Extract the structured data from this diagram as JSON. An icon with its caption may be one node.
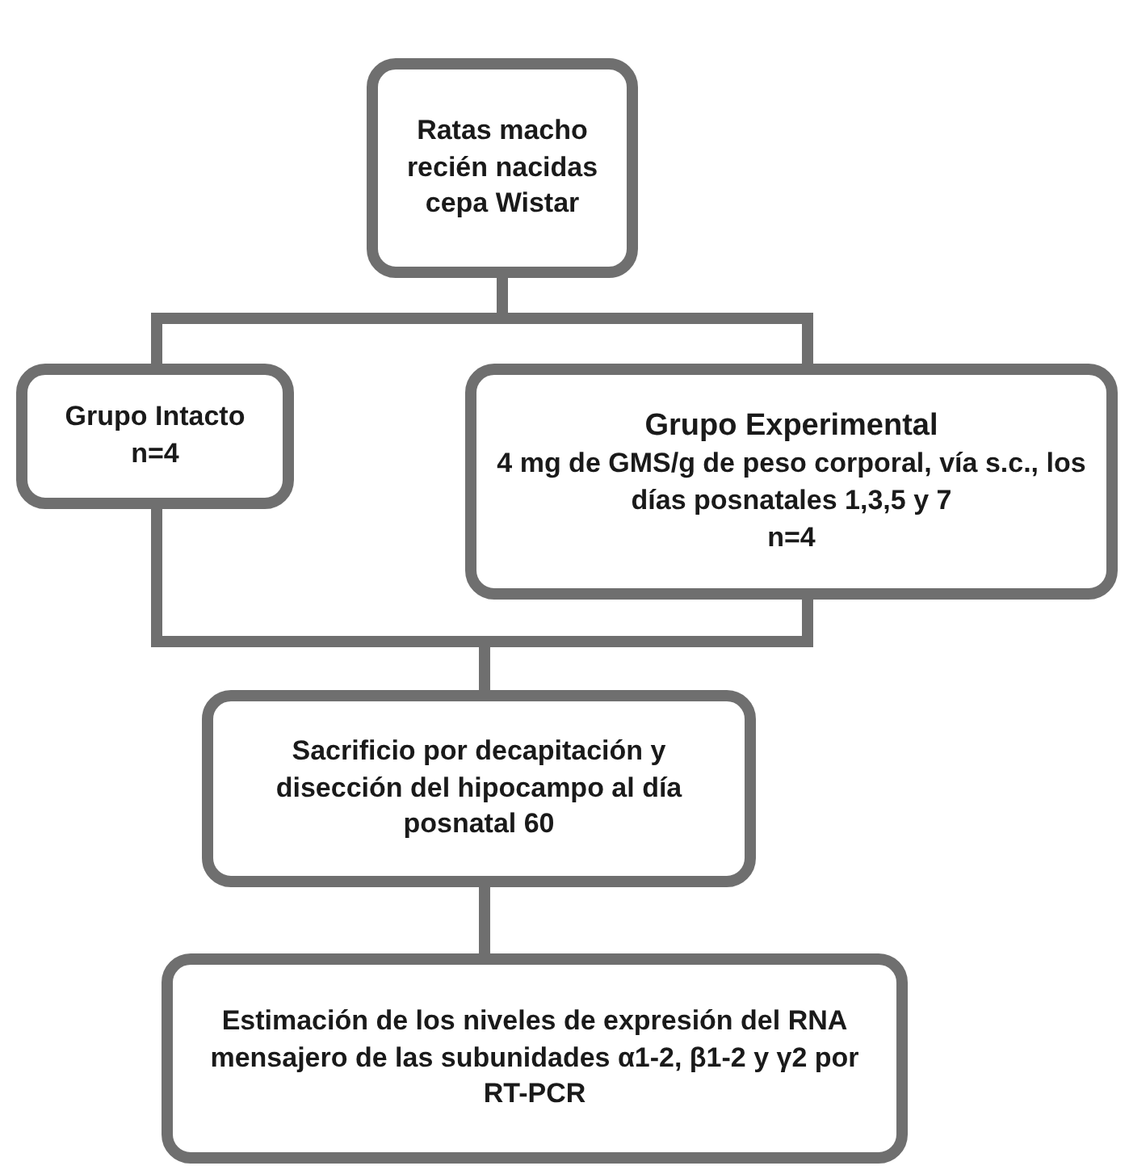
{
  "diagram": {
    "nodes": [
      {
        "text": [
          "Ratas macho recién nacidas cepa Wistar"
        ]
      },
      {
        "text": [
          "Grupo Intacto",
          "n=4"
        ]
      },
      {
        "text": [
          "Grupo Experimental",
          "4 mg de GMS/g de peso corporal, vía s.c., los días posnatales 1,3,5 y 7",
          "n=4"
        ]
      },
      {
        "text": [
          "Sacrificio por decapitación y disección del hipocampo al día posnatal 60"
        ]
      },
      {
        "text": [
          "Estimación de los niveles de expresión del RNA mensajero de las subunidades α1-2, β1-2 y γ2 por RT-PCR"
        ]
      }
    ],
    "edges": [
      {
        "from": 0,
        "to": 1,
        "arrow": "none"
      },
      {
        "from": 0,
        "to": 2,
        "arrow": "none"
      },
      {
        "from": 1,
        "to": 3,
        "arrow": "none"
      },
      {
        "from": 2,
        "to": 3,
        "arrow": "none"
      },
      {
        "from": 3,
        "to": 4,
        "arrow": "none"
      }
    ]
  }
}
